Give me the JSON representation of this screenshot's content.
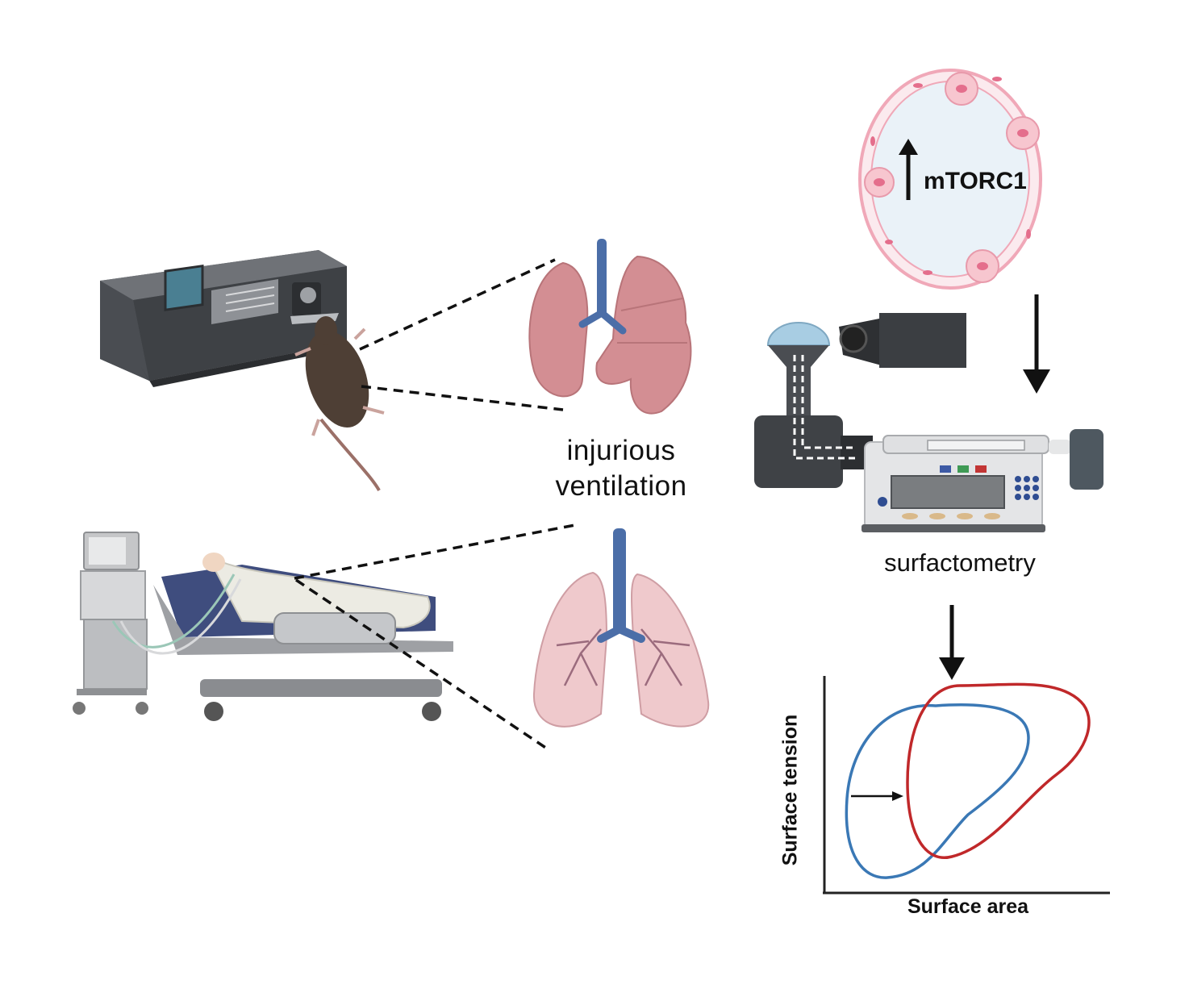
{
  "labels": {
    "injurious_line1": "injurious",
    "injurious_line2": "ventilation",
    "surfactometry": "surfactometry",
    "mtorc1": "mTORC1"
  },
  "chart_data": {
    "type": "line",
    "xlabel": "Surface area",
    "ylabel": "Surface tension",
    "series": [
      {
        "color": "#3a78b5"
      },
      {
        "color": "#c0282a"
      }
    ],
    "annotation": "arrow from left series toward right series"
  },
  "colors": {
    "lung_pink": "#d99aa0",
    "airway_blue": "#4b6ea8",
    "device_gray": "#4a4d52",
    "cell_pink": "#f4c9d1"
  }
}
